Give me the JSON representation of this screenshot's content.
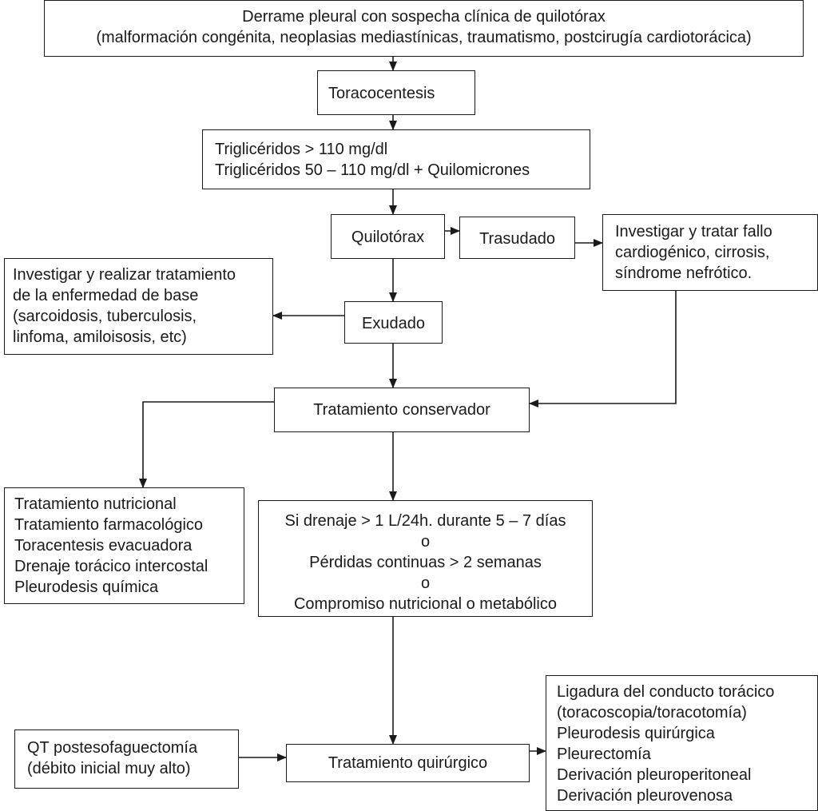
{
  "diagram": {
    "line_color": "#1a1a1a",
    "nodes": {
      "start": {
        "lines": [
          "Derrame pleural con sospecha clínica de quilotórax",
          "(malformación congénita, neoplasias mediastínicas, traumatismo,  postcirugía cardiotorácica)"
        ]
      },
      "toracocentesis": {
        "lines": [
          "Toracocentesis"
        ]
      },
      "trigliceridos": {
        "lines": [
          "Triglicéridos > 110 mg/dl",
          "Triglicéridos 50 – 110 mg/dl + Quilomicrones"
        ]
      },
      "quilotorax": {
        "lines": [
          "Quilotórax"
        ]
      },
      "trasudado": {
        "lines": [
          "Trasudado"
        ]
      },
      "fallo": {
        "lines": [
          "Investigar y tratar fallo",
          "cardiogénico, cirrosis,",
          "síndrome nefrótico."
        ]
      },
      "enfermedad_base": {
        "lines": [
          "Investigar y realizar tratamiento",
          "de la enfermedad de base",
          "(sarcoidosis, tuberculosis,",
          "linfoma, amiloisosis, etc)"
        ]
      },
      "exudado": {
        "lines": [
          "Exudado"
        ]
      },
      "conservador": {
        "lines": [
          "Tratamiento conservador"
        ]
      },
      "lista_conservador": {
        "lines": [
          "Tratamiento nutricional",
          "Tratamiento farmacológico",
          "Toracentesis evacuadora",
          "Drenaje torácico intercostal",
          "Pleurodesis química"
        ]
      },
      "condiciones": {
        "lines": [
          "Si drenaje > 1 L/24h. durante 5 – 7 días",
          "o",
          "Pérdidas continuas > 2 semanas",
          "o",
          "Compromiso nutricional o metabólico"
        ]
      },
      "qt": {
        "lines": [
          "QT postesofaguectomía",
          "(débito inicial muy alto)"
        ]
      },
      "quirurgico": {
        "lines": [
          "Tratamiento quirúrgico"
        ]
      },
      "ligadura": {
        "lines": [
          "Ligadura del conducto torácico",
          "(toracoscopia/toracotomía)",
          "Pleurodesis quirúrgica",
          "Pleurectomía",
          "Derivación pleuroperitoneal",
          "Derivación pleurovenosa"
        ]
      }
    }
  }
}
